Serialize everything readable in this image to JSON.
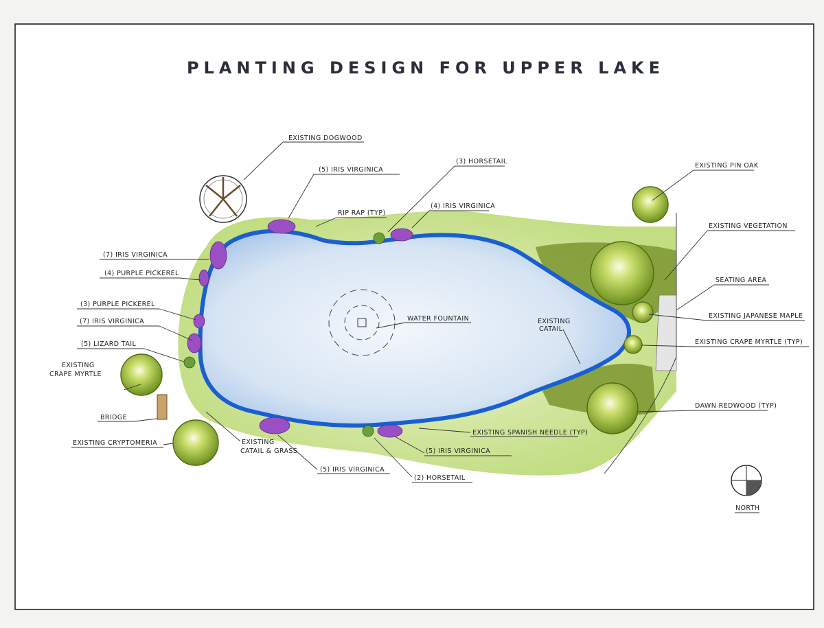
{
  "title": "PLANTING DESIGN FOR UPPER LAKE",
  "colors": {
    "water": "#cfe0f2",
    "water_edge": "#1a5fd1",
    "grass": "#c8e08a",
    "tree": "#9bbf3c",
    "iris": "#9a4fc4",
    "border": "#222222"
  },
  "labels": {
    "existing_dogwood": "Existing Dogwood",
    "iris_5_top": "(5) Iris Virginica",
    "horsetail_3": "(3) Horsetail",
    "existing_pin_oak": "Existing Pin Oak",
    "rip_rap": "Rip Rap (Typ)",
    "iris_4": "(4) Iris Virginica",
    "existing_vegetation": "Existing Vegetation",
    "iris_7_a": "(7) Iris Virginica",
    "purple_pickerel_4": "(4) Purple Pickerel",
    "seating_area": "Seating Area",
    "purple_pickerel_3": "(3) Purple Pickerel",
    "existing_japanese_maple": "Existing Japanese Maple",
    "iris_7_b": "(7) Iris Virginica",
    "water_fountain": "Water Fountain",
    "existing_catail_1": "Existing",
    "existing_catail_2": "Catail",
    "existing_crape_myrtle_typ": "Existing Crape Myrtle (Typ)",
    "lizard_tail": "(5) Lizard Tail",
    "existing_crape_myrtle_1": "Existing",
    "existing_crape_myrtle_2": "Crape Myrtle",
    "bridge": "Bridge",
    "dawn_redwood": "Dawn Redwood (Typ)",
    "existing_cryptomeria": "Existing Cryptomeria",
    "existing_catail_grass_1": "Existing",
    "existing_catail_grass_2": "Catail & Grass",
    "spanish_needle": "Existing Spanish Needle (Typ)",
    "iris_5_bottom_right": "(5) Iris Virginica",
    "iris_5_bottom": "(5) Iris Virginica",
    "horsetail_2": "(2) Horsetail",
    "north": "North"
  }
}
